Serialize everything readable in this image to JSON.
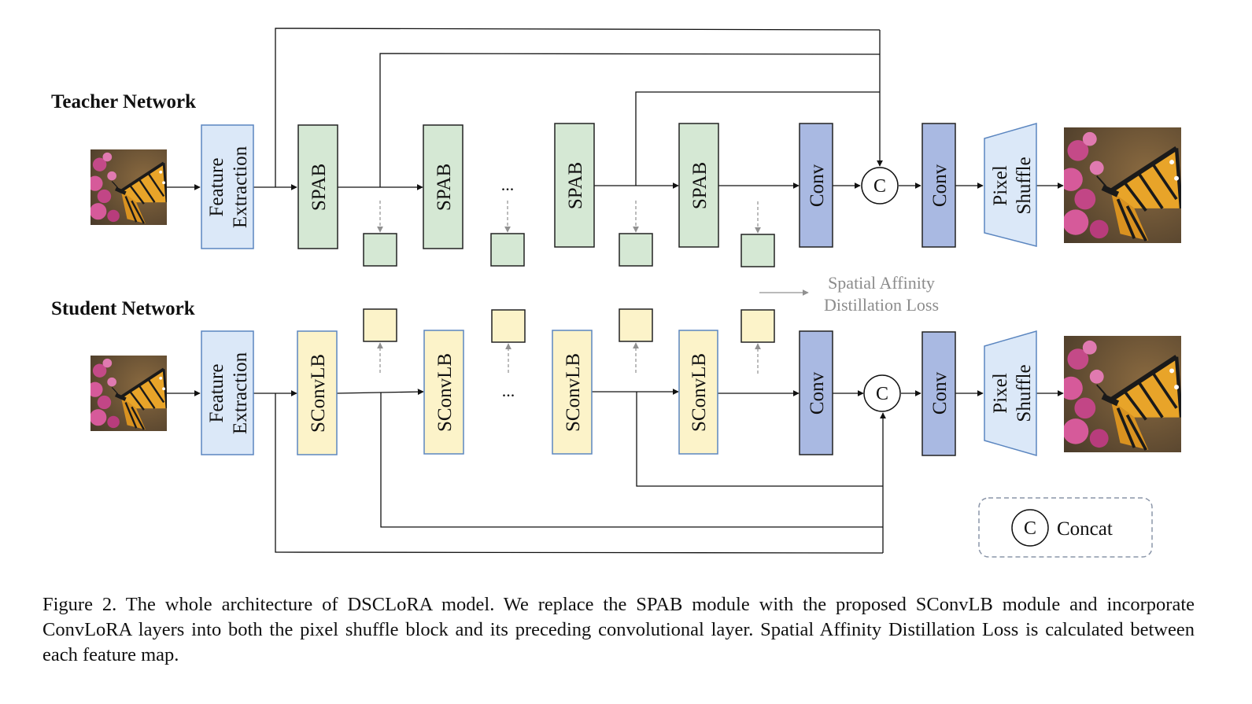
{
  "teacher_label": "Teacher Network",
  "student_label": "Student Network",
  "feature_extraction_line1": "Feature",
  "feature_extraction_line2": "Extraction",
  "spab_label": "SPAB",
  "sconvlb_label": "SConvLB",
  "conv_label": "Conv",
  "pixel_shuffle_line1": "Pixel",
  "pixel_shuffle_line2": "Shuffle",
  "concat_symbol": "C",
  "ellipsis": "...",
  "loss_legend_line1": "Spatial Affinity",
  "loss_legend_line2": "Distillation Loss",
  "concat_legend_label": "Concat",
  "caption": "Figure 2. The whole architecture of DSCLoRA model. We replace the SPAB module with the proposed SConvLB module and incorporate ConvLoRA layers into both the pixel shuffle block and its preceding convolutional layer. Spatial Affinity Distillation Loss is calculated between each feature map.",
  "colors": {
    "feature_fill": "#dbe8f8",
    "feature_stroke": "#5b86c0",
    "spab_fill": "#d5e8d4",
    "sconvlb_fill": "#fcf3c9",
    "conv_fill": "#a9b9e2",
    "pixel_shuffle_fill": "#dbe8f8",
    "loss_arrow": "#909090"
  },
  "icons": [
    "butterfly-image",
    "concat-circle-icon",
    "dashed-arrow-icon"
  ]
}
